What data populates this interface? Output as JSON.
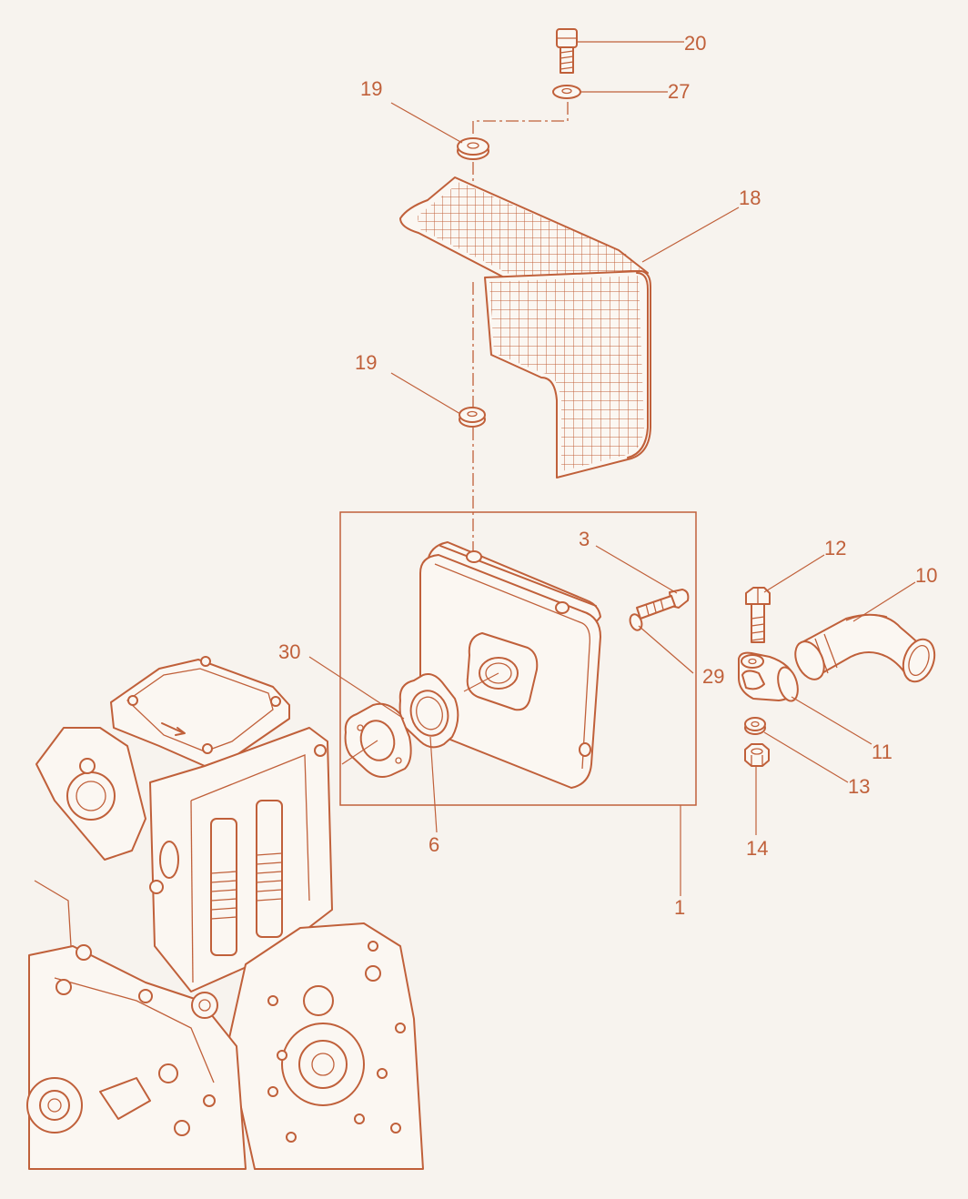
{
  "diagram": {
    "line_color": "#c0603a",
    "background_color": "#f7f3ee",
    "callouts": [
      {
        "id": "c20",
        "label": "20"
      },
      {
        "id": "c27",
        "label": "27"
      },
      {
        "id": "c19a",
        "label": "19"
      },
      {
        "id": "c18",
        "label": "18"
      },
      {
        "id": "c19b",
        "label": "19"
      },
      {
        "id": "c3",
        "label": "3"
      },
      {
        "id": "c12",
        "label": "12"
      },
      {
        "id": "c10",
        "label": "10"
      },
      {
        "id": "c29",
        "label": "29"
      },
      {
        "id": "c30",
        "label": "30"
      },
      {
        "id": "c11",
        "label": "11"
      },
      {
        "id": "c13",
        "label": "13"
      },
      {
        "id": "c6",
        "label": "6"
      },
      {
        "id": "c14",
        "label": "14"
      },
      {
        "id": "c1",
        "label": "1"
      }
    ]
  }
}
